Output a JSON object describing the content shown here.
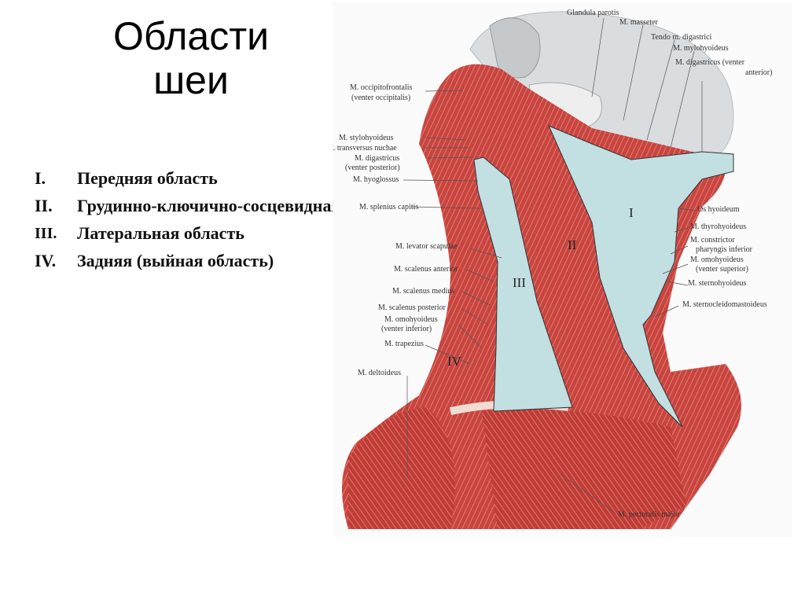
{
  "title": {
    "line1": "Области",
    "line2": "шеи"
  },
  "regions": [
    {
      "num": "I.",
      "text": "Передняя область"
    },
    {
      "num": "II.",
      "text": "Грудинно-ключично-сосцевидная область"
    },
    {
      "num": "III.",
      "text": "Латеральная область"
    },
    {
      "num": "IV.",
      "text": "Задняя (выйная область)"
    }
  ],
  "figure": {
    "region_markers": [
      "I",
      "II",
      "III",
      "IV"
    ],
    "labels": {
      "glandula_parotis": "Glandula parotis",
      "masseter": "M. masseter",
      "tendo_digastrici": "Tendo m. digastrici",
      "mylohyoideus": "M. mylohyoideus",
      "digastricus_anterior_1": "M. digastricus (venter",
      "digastricus_anterior_2": "anterior)",
      "occipitofrontalis_1": "M. occipitofrontalis",
      "occipitofrontalis_2": "(venter occipitalis)",
      "stylohyoideus": "M. stylohyoideus",
      "transversus_nuchae": "M. transversus nuchae",
      "digastricus_posterior_1": "M. digastricus",
      "digastricus_posterior_2": "(venter posterior)",
      "hyoglossus": "M. hyoglossus",
      "splenius_capitis": "M. splenius capitis",
      "levator_scapulae": "M. levator scapulae",
      "scalenus_anterior": "M. scalenus anterior",
      "scalenus_medius": "M. scalenus medius",
      "scalenus_posterior": "M. scalenus posterior",
      "omohyoideus_inferior_1": "M. omohyoideus",
      "omohyoideus_inferior_2": "(venter inferior)",
      "trapezius": "M. trapezius",
      "deltoideus": "M. deltoideus",
      "os_hyoideum": "Os hyoideum",
      "thyrohyoideus": "M. thyrohyoideus",
      "constrictor_1": "M. constrictor",
      "constrictor_2": "pharyngis inferior",
      "omohyoideus_superior_1": "M. omohyoideus",
      "omohyoideus_superior_2": "(venter superior)",
      "sternohyoideus": "M. sternohyoideus",
      "sternocleidomastoideus": "M. sternocleidomastoideus",
      "pectoralis_major": "M. pectoralis major"
    }
  },
  "colors": {
    "muscle": "#c8453f",
    "region_overlay": "#c2dfe2",
    "skull": "#d9dde0"
  }
}
